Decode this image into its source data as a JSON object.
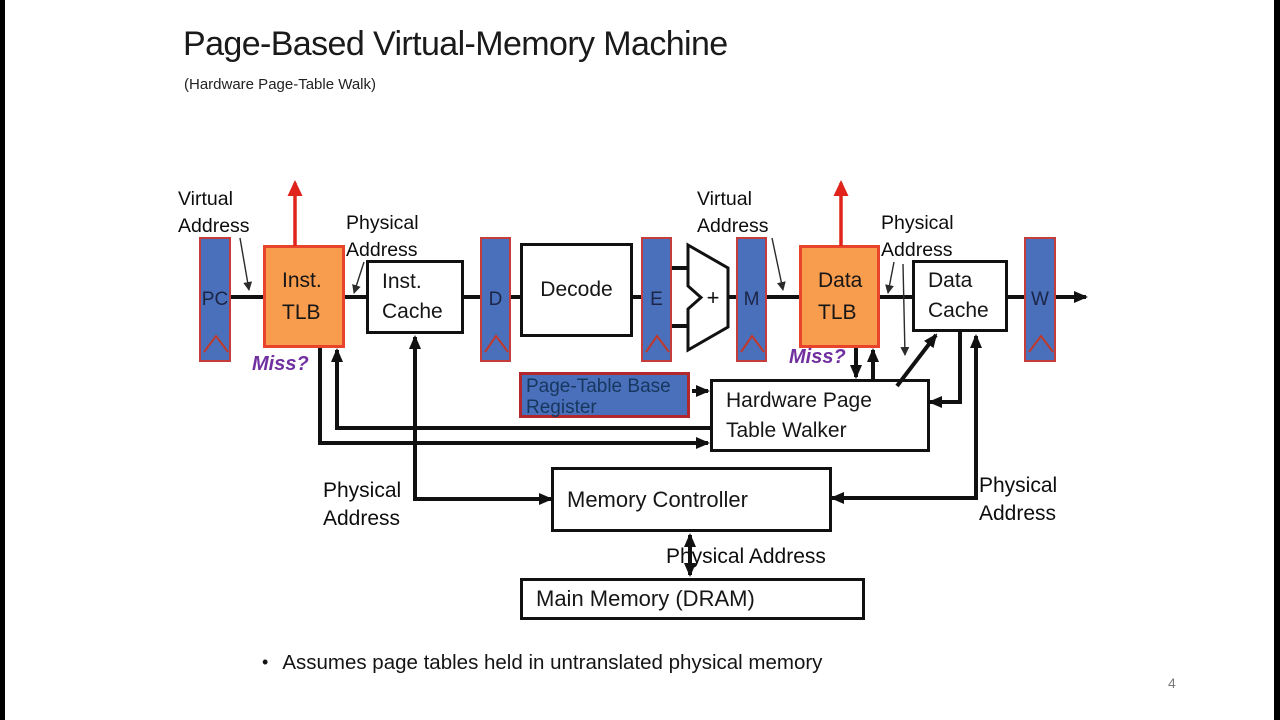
{
  "slide": {
    "title": "Page-Based Virtual-Memory Machine",
    "subtitle": "(Hardware Page-Table Walk)",
    "bullet": "Assumes page tables held in untranslated physical memory",
    "bullet_glyph": "•",
    "page_number": "4"
  },
  "pipeline": {
    "registers": [
      {
        "label": "PC"
      },
      {
        "label": "D"
      },
      {
        "label": "E"
      },
      {
        "label": "M"
      },
      {
        "label": "W"
      }
    ],
    "blocks": {
      "inst_tlb": {
        "line1": "Inst.",
        "line2": "TLB"
      },
      "inst_cache": {
        "line1": "Inst.",
        "line2": "Cache"
      },
      "decode": {
        "label": "Decode"
      },
      "alu": {
        "label": "+"
      },
      "data_tlb": {
        "line1": "Data",
        "line2": "TLB"
      },
      "data_cache": {
        "line1": "Data",
        "line2": "Cache"
      }
    }
  },
  "memory_system": {
    "ptbr": {
      "line1": "Page-Table Base",
      "line2": "Register"
    },
    "walker": {
      "line1": "Hardware Page",
      "line2": "Table Walker"
    },
    "memory_controller": {
      "label": "Memory Controller"
    },
    "main_memory": {
      "label": "Main Memory (DRAM)"
    }
  },
  "labels": {
    "virtual_address_inst": {
      "line1": "Virtual",
      "line2": "Address"
    },
    "physical_address_inst": {
      "line1": "Physical",
      "line2": "Address"
    },
    "virtual_address_data": {
      "line1": "Virtual",
      "line2": "Address"
    },
    "physical_address_data": {
      "line1": "Physical",
      "line2": "Address"
    },
    "miss_inst": "Miss?",
    "miss_data": "Miss?",
    "physical_address_mc_left": {
      "line1": "Physical",
      "line2": "Address"
    },
    "physical_address_mc_right": {
      "line1": "Physical",
      "line2": "Address"
    },
    "physical_address_dram": "Physical Address"
  },
  "colors": {
    "register_blue": "#4a70bc",
    "tlb_orange": "#f89c4d",
    "tlb_border_red": "#e8442c",
    "accent_red": "#e0241b",
    "miss_purple": "#7030a0",
    "ptbr_text_navy": "#17375e",
    "wire_black": "#111111"
  }
}
